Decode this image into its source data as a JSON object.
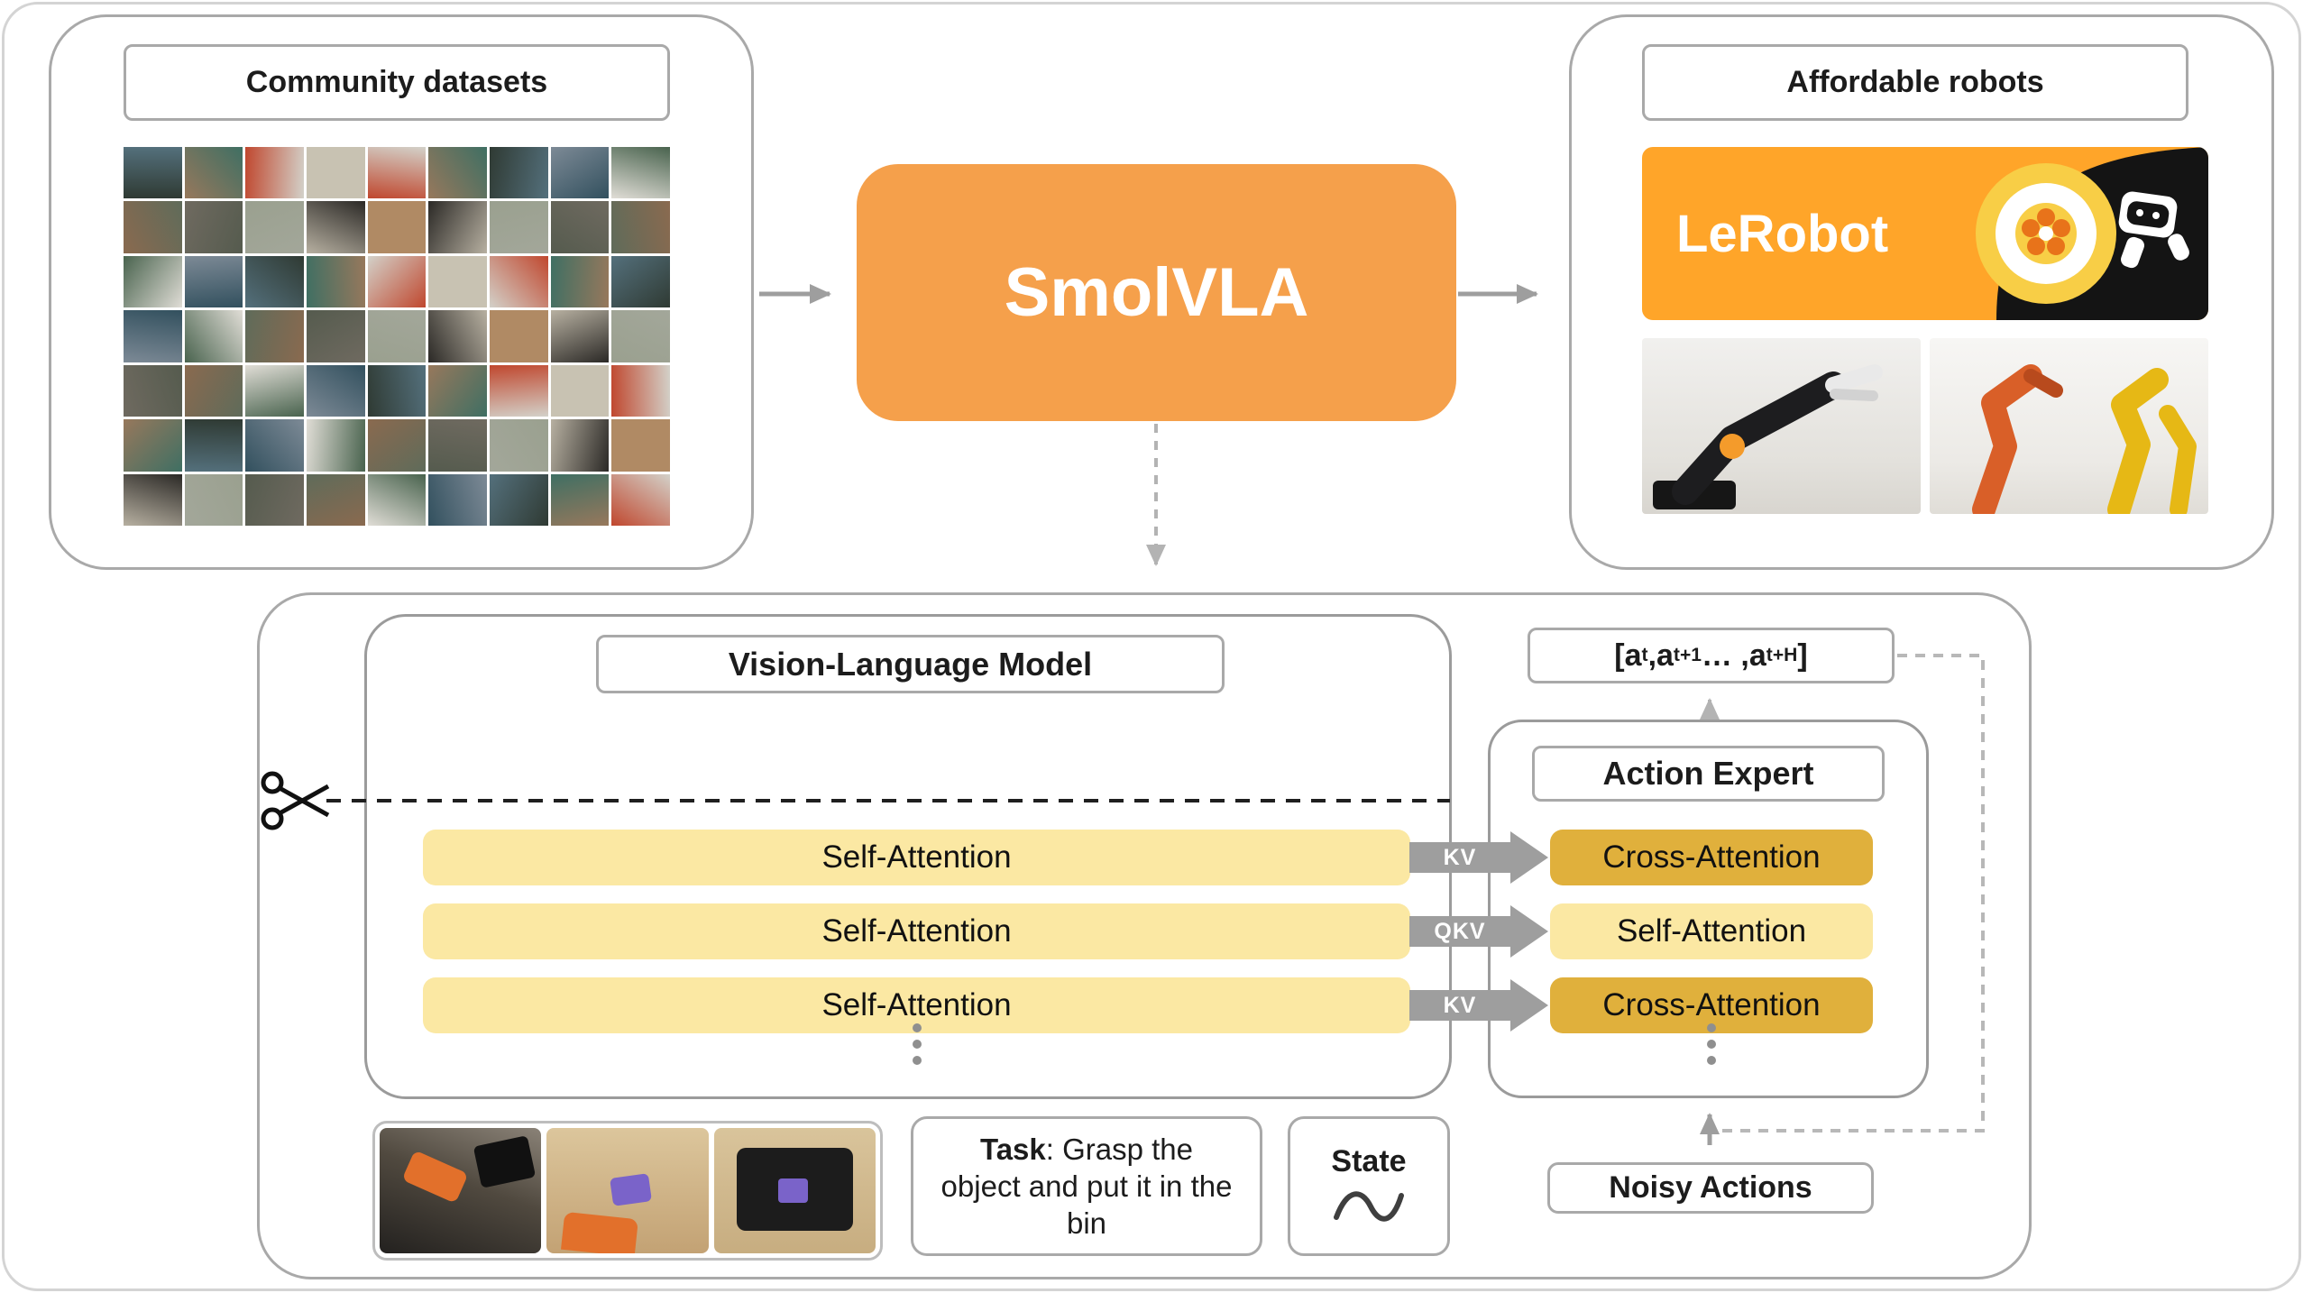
{
  "colors": {
    "smolvla_orange": "#F5A04B",
    "lerobot_orange": "#FFA529",
    "layer_yellow": "#FBE8A3",
    "layer_gold": "#E0B03C",
    "box_border": "#A9A9A9",
    "arrow_gray": "#9E9E9E",
    "dashed_gray": "#B5B5B5",
    "cut_line_black": "#1F1F1F"
  },
  "header": {
    "community_title": "Community datasets",
    "smolvla_label": "SmolVLA",
    "robots_title": "Affordable robots",
    "lerobot_label": "LeRobot"
  },
  "pipeline": {
    "vlm_title": "Vision-Language Model",
    "vlm_layers": [
      "Self-Attention",
      "Self-Attention",
      "Self-Attention"
    ],
    "connectors": [
      "KV",
      "QKV",
      "KV"
    ],
    "expert_title": "Action Expert",
    "expert_layers": [
      {
        "label": "Cross-Attention"
      },
      {
        "label": "Self-Attention"
      },
      {
        "label": "Cross-Attention"
      }
    ],
    "action_chunk": {
      "parts": [
        {
          "text": "[a"
        },
        {
          "sub": "t"
        },
        {
          "text": " ,a"
        },
        {
          "sub": "t+1"
        },
        {
          "text": " … ,a"
        },
        {
          "sub": "t+H"
        },
        {
          "text": "]"
        }
      ]
    },
    "task_label": "Task",
    "task_text": ": Grasp the object and put it in the bin",
    "state_label": "State",
    "noisy_actions_label": "Noisy Actions"
  },
  "mosaic": {
    "rows": 7,
    "cols": 9,
    "palette": [
      "#9aa08f",
      "#b7b0a1",
      "#5f6b5a",
      "#2f3a33",
      "#c8c2b2",
      "#54707c",
      "#8a6a4f",
      "#2b2926",
      "#a3a79a",
      "#49634e",
      "#97785c",
      "#d3d1c9",
      "#32505e",
      "#6f6a60",
      "#b08a64",
      "#555b4e",
      "#7d8a96",
      "#c0472e",
      "#3f6f63",
      "#e0ddd6"
    ]
  }
}
